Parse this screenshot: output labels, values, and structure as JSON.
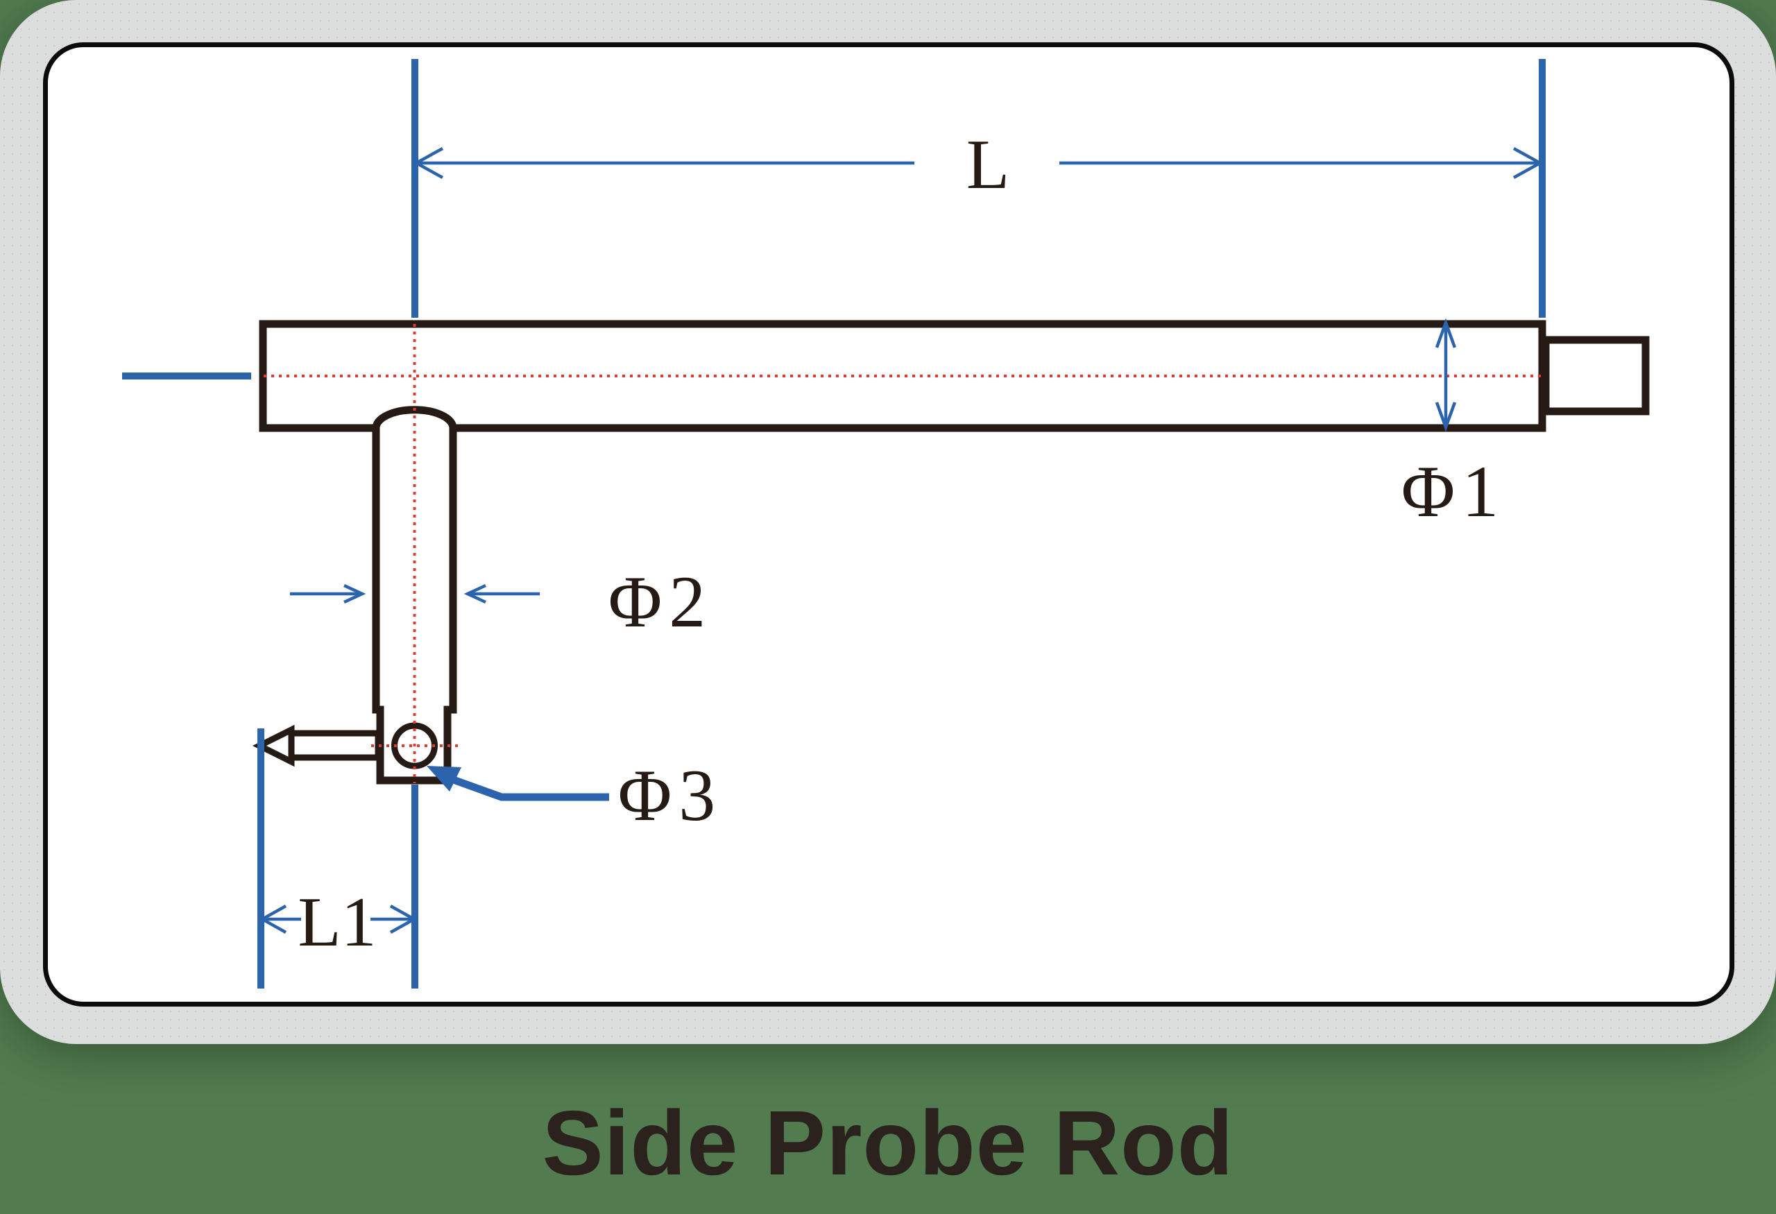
{
  "diagram": {
    "title": "Side Probe Rod",
    "labels": {
      "length_main": "L",
      "diameter_1": "Φ1",
      "diameter_2": "Φ2",
      "diameter_3": "Φ3",
      "length_side": "L1"
    },
    "colors": {
      "background_green": "#527c50",
      "card_gray": "#dcdddd",
      "panel_white": "#ffffff",
      "outline_dark": "#251a14",
      "dimension_blue": "#2c63ad",
      "centerline_red": "#e33b32",
      "title_text": "#2b211d"
    }
  }
}
